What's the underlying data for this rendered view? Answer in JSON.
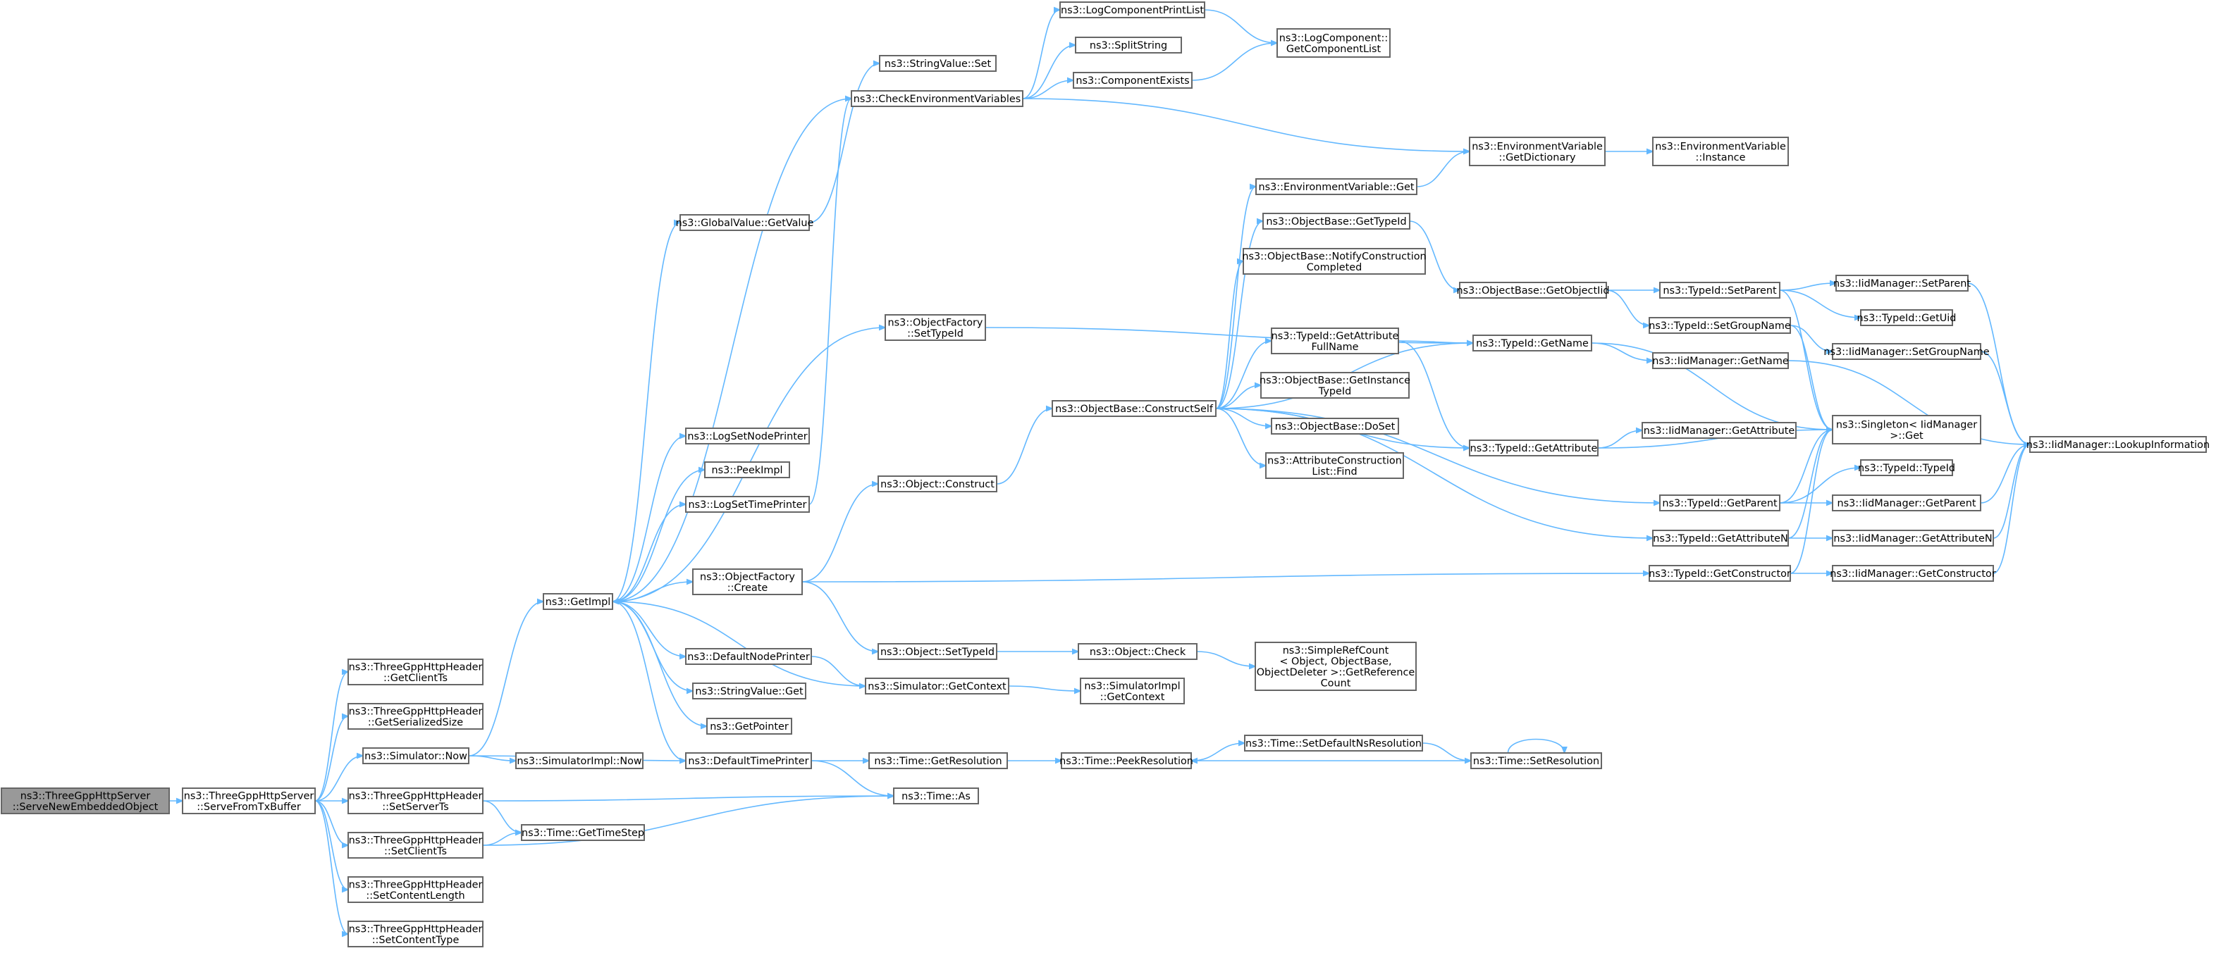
{
  "graph": {
    "colors": {
      "edge": "#63b8ff",
      "node_border": "#666666",
      "node_fill": "#ffffff",
      "root_fill": "#999999"
    },
    "nodes": [
      {
        "id": "root",
        "lines": [
          "ns3::ThreeGppHttpServer",
          "::ServeNewEmbeddedObject"
        ],
        "root": true
      },
      {
        "id": "serve",
        "lines": [
          "ns3::ThreeGppHttpServer",
          "::ServeFromTxBuffer"
        ]
      },
      {
        "id": "getClientTs",
        "lines": [
          "ns3::ThreeGppHttpHeader",
          "::GetClientTs"
        ]
      },
      {
        "id": "getSerSize",
        "lines": [
          "ns3::ThreeGppHttpHeader",
          "::GetSerializedSize"
        ]
      },
      {
        "id": "simNow",
        "lines": [
          "ns3::Simulator::Now"
        ]
      },
      {
        "id": "setServerTs",
        "lines": [
          "ns3::ThreeGppHttpHeader",
          "::SetServerTs"
        ]
      },
      {
        "id": "setClientTs",
        "lines": [
          "ns3::ThreeGppHttpHeader",
          "::SetClientTs"
        ]
      },
      {
        "id": "setContentLength",
        "lines": [
          "ns3::ThreeGppHttpHeader",
          "::SetContentLength"
        ]
      },
      {
        "id": "setContentType",
        "lines": [
          "ns3::ThreeGppHttpHeader",
          "::SetContentType"
        ]
      },
      {
        "id": "getImpl",
        "lines": [
          "ns3::GetImpl"
        ]
      },
      {
        "id": "simImplNow",
        "lines": [
          "ns3::SimulatorImpl::Now"
        ]
      },
      {
        "id": "getTimeStep",
        "lines": [
          "ns3::Time::GetTimeStep"
        ]
      },
      {
        "id": "globalGetValue",
        "lines": [
          "ns3::GlobalValue::GetValue"
        ]
      },
      {
        "id": "logSetNodePrinter",
        "lines": [
          "ns3::LogSetNodePrinter"
        ]
      },
      {
        "id": "peekImpl",
        "lines": [
          "ns3::PeekImpl"
        ]
      },
      {
        "id": "logSetTimePrinter",
        "lines": [
          "ns3::LogSetTimePrinter"
        ]
      },
      {
        "id": "objFactoryCreate",
        "lines": [
          "ns3::ObjectFactory",
          "::Create"
        ]
      },
      {
        "id": "defaultNodePrinter",
        "lines": [
          "ns3::DefaultNodePrinter"
        ]
      },
      {
        "id": "stringValueGet",
        "lines": [
          "ns3::StringValue::Get"
        ]
      },
      {
        "id": "getPointer",
        "lines": [
          "ns3::GetPointer"
        ]
      },
      {
        "id": "defaultTimePrinter",
        "lines": [
          "ns3::DefaultTimePrinter"
        ]
      },
      {
        "id": "stringValueSet",
        "lines": [
          "ns3::StringValue::Set"
        ]
      },
      {
        "id": "checkEnv",
        "lines": [
          "ns3::CheckEnvironmentVariables"
        ]
      },
      {
        "id": "objFactorySetTypeId",
        "lines": [
          "ns3::ObjectFactory",
          "::SetTypeId"
        ]
      },
      {
        "id": "objConstruct",
        "lines": [
          "ns3::Object::Construct"
        ]
      },
      {
        "id": "objSetTypeId",
        "lines": [
          "ns3::Object::SetTypeId"
        ]
      },
      {
        "id": "simGetContext",
        "lines": [
          "ns3::Simulator::GetContext"
        ]
      },
      {
        "id": "timeGetResolution",
        "lines": [
          "ns3::Time::GetResolution"
        ]
      },
      {
        "id": "timeAs",
        "lines": [
          "ns3::Time::As"
        ]
      },
      {
        "id": "logCompPrintList",
        "lines": [
          "ns3::LogComponentPrintList"
        ]
      },
      {
        "id": "splitString",
        "lines": [
          "ns3::SplitString"
        ]
      },
      {
        "id": "componentExists",
        "lines": [
          "ns3::ComponentExists"
        ]
      },
      {
        "id": "constructSelf",
        "lines": [
          "ns3::ObjectBase::ConstructSelf"
        ]
      },
      {
        "id": "objCheck",
        "lines": [
          "ns3::Object::Check"
        ]
      },
      {
        "id": "simImplGetContext",
        "lines": [
          "ns3::SimulatorImpl",
          "::GetContext"
        ]
      },
      {
        "id": "peekResolution",
        "lines": [
          "ns3::Time::PeekResolution"
        ]
      },
      {
        "id": "logCompGetList",
        "lines": [
          "ns3::LogComponent::",
          "GetComponentList"
        ]
      },
      {
        "id": "envGet",
        "lines": [
          "ns3::EnvironmentVariable::Get"
        ]
      },
      {
        "id": "objBaseGetTypeId",
        "lines": [
          "ns3::ObjectBase::GetTypeId"
        ]
      },
      {
        "id": "notifyConstruction",
        "lines": [
          "ns3::ObjectBase::NotifyConstruction",
          "Completed"
        ]
      },
      {
        "id": "typeIdGetAttrFullName",
        "lines": [
          "ns3::TypeId::GetAttribute",
          "FullName"
        ]
      },
      {
        "id": "getInstanceTypeId",
        "lines": [
          "ns3::ObjectBase::GetInstance",
          "TypeId"
        ]
      },
      {
        "id": "doSet",
        "lines": [
          "ns3::ObjectBase::DoSet"
        ]
      },
      {
        "id": "attrConstructFind",
        "lines": [
          "ns3::AttributeConstruction",
          "List::Find"
        ]
      },
      {
        "id": "simpleRefCount",
        "lines": [
          "ns3::SimpleRefCount",
          "< Object, ObjectBase,",
          "ObjectDeleter >::GetReference",
          "Count"
        ]
      },
      {
        "id": "setDefaultNsRes",
        "lines": [
          "ns3::Time::SetDefaultNsResolution"
        ]
      },
      {
        "id": "envGetDictionary",
        "lines": [
          "ns3::EnvironmentVariable",
          "::GetDictionary"
        ]
      },
      {
        "id": "objBaseGetObjectIid",
        "lines": [
          "ns3::ObjectBase::GetObjectIid"
        ]
      },
      {
        "id": "typeIdGetName",
        "lines": [
          "ns3::TypeId::GetName"
        ]
      },
      {
        "id": "typeIdGetAttribute",
        "lines": [
          "ns3::TypeId::GetAttribute"
        ]
      },
      {
        "id": "timeSetResolution",
        "lines": [
          "ns3::Time::SetResolution"
        ]
      },
      {
        "id": "envInstance",
        "lines": [
          "ns3::EnvironmentVariable",
          "::Instance"
        ]
      },
      {
        "id": "typeIdSetParent",
        "lines": [
          "ns3::TypeId::SetParent"
        ]
      },
      {
        "id": "typeIdSetGroupName",
        "lines": [
          "ns3::TypeId::SetGroupName"
        ]
      },
      {
        "id": "iidGetName",
        "lines": [
          "ns3::IidManager::GetName"
        ]
      },
      {
        "id": "iidGetAttribute",
        "lines": [
          "ns3::IidManager::GetAttribute"
        ]
      },
      {
        "id": "typeIdGetParent",
        "lines": [
          "ns3::TypeId::GetParent"
        ]
      },
      {
        "id": "typeIdGetAttributeN",
        "lines": [
          "ns3::TypeId::GetAttributeN"
        ]
      },
      {
        "id": "typeIdGetConstructor",
        "lines": [
          "ns3::TypeId::GetConstructor"
        ]
      },
      {
        "id": "iidSetParent",
        "lines": [
          "ns3::IidManager::SetParent"
        ]
      },
      {
        "id": "typeIdGetUid",
        "lines": [
          "ns3::TypeId::GetUid"
        ]
      },
      {
        "id": "iidSetGroupName",
        "lines": [
          "ns3::IidManager::SetGroupName"
        ]
      },
      {
        "id": "singletonGet",
        "lines": [
          "ns3::Singleton< IidManager",
          ">::Get"
        ]
      },
      {
        "id": "typeIdTypeId",
        "lines": [
          "ns3::TypeId::TypeId"
        ]
      },
      {
        "id": "iidGetParent",
        "lines": [
          "ns3::IidManager::GetParent"
        ]
      },
      {
        "id": "iidGetAttributeN",
        "lines": [
          "ns3::IidManager::GetAttributeN"
        ]
      },
      {
        "id": "iidGetConstructor",
        "lines": [
          "ns3::IidManager::GetConstructor"
        ]
      },
      {
        "id": "iidLookup",
        "lines": [
          "ns3::IidManager::LookupInformation"
        ]
      }
    ],
    "edges": [
      [
        "root",
        "serve"
      ],
      [
        "serve",
        "getClientTs"
      ],
      [
        "serve",
        "getSerSize"
      ],
      [
        "serve",
        "simNow"
      ],
      [
        "serve",
        "setServerTs"
      ],
      [
        "serve",
        "setClientTs"
      ],
      [
        "serve",
        "setContentLength"
      ],
      [
        "serve",
        "setContentType"
      ],
      [
        "simNow",
        "getImpl"
      ],
      [
        "simNow",
        "simImplNow"
      ],
      [
        "simNow",
        "defaultTimePrinter"
      ],
      [
        "setServerTs",
        "getTimeStep"
      ],
      [
        "setServerTs",
        "timeAs"
      ],
      [
        "setClientTs",
        "getTimeStep"
      ],
      [
        "setClientTs",
        "timeAs"
      ],
      [
        "getImpl",
        "globalGetValue"
      ],
      [
        "getImpl",
        "logSetNodePrinter"
      ],
      [
        "getImpl",
        "peekImpl"
      ],
      [
        "getImpl",
        "logSetTimePrinter"
      ],
      [
        "getImpl",
        "objFactoryCreate"
      ],
      [
        "getImpl",
        "defaultNodePrinter"
      ],
      [
        "getImpl",
        "stringValueGet"
      ],
      [
        "getImpl",
        "getPointer"
      ],
      [
        "getImpl",
        "defaultTimePrinter"
      ],
      [
        "getImpl",
        "checkEnv"
      ],
      [
        "getImpl",
        "objFactorySetTypeId"
      ],
      [
        "globalGetValue",
        "stringValueSet"
      ],
      [
        "logSetTimePrinter",
        "checkEnv"
      ],
      [
        "objFactoryCreate",
        "objConstruct"
      ],
      [
        "objFactoryCreate",
        "objSetTypeId"
      ],
      [
        "objFactoryCreate",
        "typeIdGetConstructor"
      ],
      [
        "defaultNodePrinter",
        "simGetContext"
      ],
      [
        "simGetContext",
        "getImpl"
      ],
      [
        "simGetContext",
        "simImplGetContext"
      ],
      [
        "defaultTimePrinter",
        "timeGetResolution"
      ],
      [
        "defaultTimePrinter",
        "timeAs"
      ],
      [
        "objFactorySetTypeId",
        "typeIdGetName"
      ],
      [
        "checkEnv",
        "logCompPrintList"
      ],
      [
        "checkEnv",
        "splitString"
      ],
      [
        "checkEnv",
        "componentExists"
      ],
      [
        "checkEnv",
        "envGetDictionary"
      ],
      [
        "logCompPrintList",
        "logCompGetList"
      ],
      [
        "componentExists",
        "logCompGetList"
      ],
      [
        "objConstruct",
        "constructSelf"
      ],
      [
        "objSetTypeId",
        "objCheck"
      ],
      [
        "objCheck",
        "simpleRefCount"
      ],
      [
        "timeGetResolution",
        "peekResolution"
      ],
      [
        "peekResolution",
        "setDefaultNsRes"
      ],
      [
        "setDefaultNsRes",
        "timeSetResolution"
      ],
      [
        "timeSetResolution",
        "peekResolution"
      ],
      [
        "timeSetResolution",
        "timeSetResolution"
      ],
      [
        "constructSelf",
        "envGet"
      ],
      [
        "constructSelf",
        "objBaseGetTypeId"
      ],
      [
        "constructSelf",
        "notifyConstruction"
      ],
      [
        "constructSelf",
        "typeIdGetAttrFullName"
      ],
      [
        "constructSelf",
        "getInstanceTypeId"
      ],
      [
        "constructSelf",
        "doSet"
      ],
      [
        "constructSelf",
        "attrConstructFind"
      ],
      [
        "constructSelf",
        "typeIdGetName"
      ],
      [
        "constructSelf",
        "typeIdGetAttribute"
      ],
      [
        "constructSelf",
        "typeIdGetParent"
      ],
      [
        "constructSelf",
        "typeIdGetAttributeN"
      ],
      [
        "envGet",
        "envGetDictionary"
      ],
      [
        "envGetDictionary",
        "envInstance"
      ],
      [
        "objBaseGetTypeId",
        "objBaseGetObjectIid"
      ],
      [
        "objBaseGetObjectIid",
        "typeIdSetParent"
      ],
      [
        "objBaseGetObjectIid",
        "typeIdSetGroupName"
      ],
      [
        "typeIdGetAttrFullName",
        "typeIdGetName"
      ],
      [
        "typeIdGetAttrFullName",
        "typeIdGetAttribute"
      ],
      [
        "typeIdGetName",
        "iidGetName"
      ],
      [
        "typeIdGetName",
        "singletonGet"
      ],
      [
        "typeIdGetAttribute",
        "iidGetAttribute"
      ],
      [
        "typeIdGetAttribute",
        "singletonGet"
      ],
      [
        "typeIdSetParent",
        "iidSetParent"
      ],
      [
        "typeIdSetParent",
        "typeIdGetUid"
      ],
      [
        "typeIdSetParent",
        "singletonGet"
      ],
      [
        "typeIdSetGroupName",
        "iidSetGroupName"
      ],
      [
        "typeIdSetGroupName",
        "singletonGet"
      ],
      [
        "typeIdGetParent",
        "typeIdTypeId"
      ],
      [
        "typeIdGetParent",
        "iidGetParent"
      ],
      [
        "typeIdGetParent",
        "singletonGet"
      ],
      [
        "typeIdGetAttributeN",
        "iidGetAttributeN"
      ],
      [
        "typeIdGetAttributeN",
        "singletonGet"
      ],
      [
        "typeIdGetConstructor",
        "iidGetConstructor"
      ],
      [
        "typeIdGetConstructor",
        "singletonGet"
      ],
      [
        "iidGetName",
        "iidLookup"
      ],
      [
        "iidSetParent",
        "iidLookup"
      ],
      [
        "iidSetGroupName",
        "iidLookup"
      ],
      [
        "iidGetParent",
        "iidLookup"
      ],
      [
        "iidGetAttributeN",
        "iidLookup"
      ],
      [
        "iidGetConstructor",
        "iidLookup"
      ]
    ]
  }
}
